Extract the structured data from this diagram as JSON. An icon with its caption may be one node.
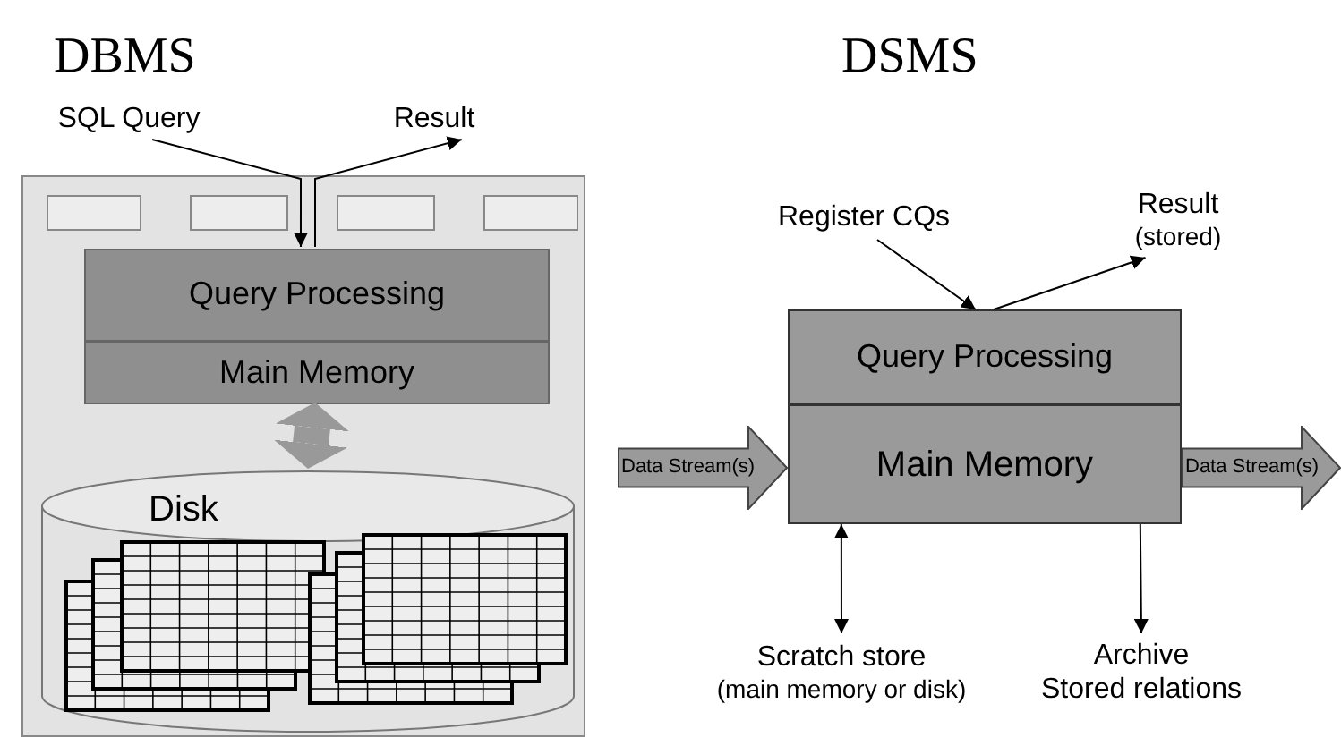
{
  "diagram": {
    "nodes": [
      {
        "text": [
          "SQL Query"
        ]
      },
      {
        "text": [
          "Result"
        ]
      },
      {
        "text": [],
        "shape": "box"
      },
      {
        "text": [],
        "shape": "box",
        "in": 2
      },
      {
        "text": [],
        "shape": "box",
        "in": 2
      },
      {
        "text": [],
        "shape": "box",
        "in": 2
      },
      {
        "text": [],
        "shape": "box",
        "in": 2
      },
      {
        "text": [
          "Query Processing"
        ],
        "in": 2
      },
      {
        "text": [
          "Main Memory"
        ],
        "in": 2
      },
      {
        "text": [
          "Disk"
        ],
        "in": 2
      },
      {
        "text": [
          "Register CQs"
        ]
      },
      {
        "text": [
          "Result",
          "(stored)"
        ]
      },
      {
        "text": [
          "Query Processing"
        ]
      },
      {
        "text": [
          "Main Memory"
        ]
      },
      {
        "text": [
          "Data Stream(s)"
        ]
      },
      {
        "text": [
          "Data Stream(s)"
        ]
      },
      {
        "text": [
          "Scratch store",
          "(main memory or disk)"
        ]
      },
      {
        "text": [
          "Archive",
          "Stored relations"
        ]
      }
    ],
    "edges": [
      {
        "from": 0,
        "to": 7,
        "arrow": "to"
      },
      {
        "from": 7,
        "to": 1,
        "arrow": "to"
      },
      {
        "from": 8,
        "to": 9,
        "arrow": "both",
        "style": "thick",
        "color": "#999999"
      },
      {
        "from": 10,
        "to": 12,
        "arrow": "to"
      },
      {
        "from": 12,
        "to": 11,
        "arrow": "to"
      },
      {
        "from": 13,
        "to": 16,
        "arrow": "both"
      },
      {
        "from": 13,
        "to": 17,
        "arrow": "to"
      }
    ],
    "labels": [
      "DBMS",
      "DSMS"
    ]
  }
}
